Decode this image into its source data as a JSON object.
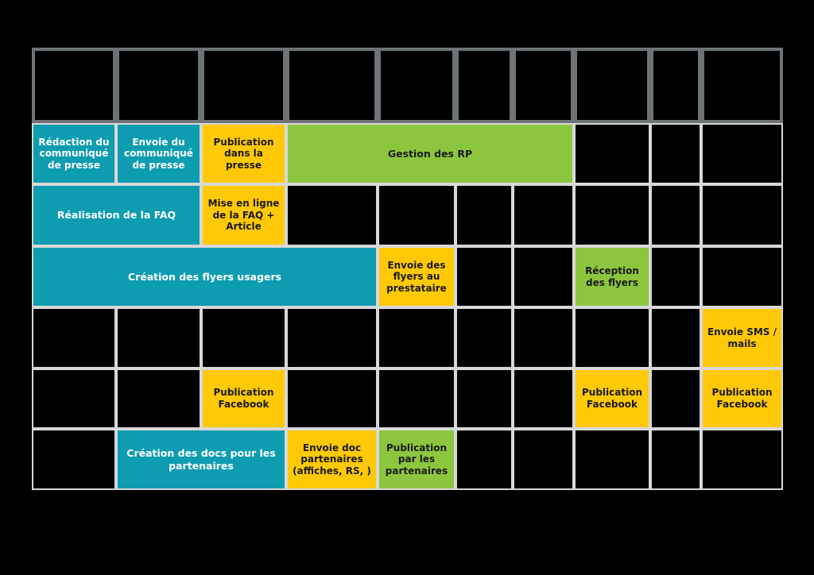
{
  "diagram": {
    "kind": "communication-planning-gantt",
    "background_color": "#000000",
    "palette": {
      "teal": "#0E9CB0",
      "yellow": "#FFC907",
      "green": "#8CC63F",
      "grid_line": "#D8D8D8",
      "header_line": "#6D7376",
      "empty_cell": "#000000"
    },
    "geometry": {
      "column_edges": [
        0,
        106,
        213,
        320,
        435,
        533,
        605,
        682,
        778,
        842,
        945
      ],
      "row_edges": [
        0,
        95,
        172,
        250,
        327,
        404,
        480,
        557
      ]
    },
    "header_row": {
      "name": "timeline-header",
      "cells": [
        "",
        "",
        "",
        "",
        "",
        "",
        "",
        "",
        "",
        ""
      ]
    },
    "tasks": [
      {
        "id": "redaction-communique-presse",
        "label": "Rédaction du communiqué de presse",
        "row": 1,
        "col": 0,
        "span": 1,
        "color": "teal",
        "size": "fs-12"
      },
      {
        "id": "envoie-communique-presse",
        "label": "Envoie du communiqué de presse",
        "row": 1,
        "col": 1,
        "span": 1,
        "color": "teal",
        "size": "fs-12"
      },
      {
        "id": "publication-dans-la-presse",
        "label": "Publication dans la presse",
        "row": 1,
        "col": 2,
        "span": 1,
        "color": "yellow",
        "size": "fs-12"
      },
      {
        "id": "gestion-des-rp",
        "label": "Gestion des RP",
        "row": 1,
        "col": 3,
        "span": 4,
        "color": "green",
        "size": "fs-13"
      },
      {
        "id": "realisation-de-la-faq",
        "label": "Réalisation de la FAQ",
        "row": 2,
        "col": 0,
        "span": 2,
        "color": "teal",
        "size": "fs-13"
      },
      {
        "id": "mise-en-ligne-faq-article",
        "label": "Mise en ligne de la FAQ + Article",
        "row": 2,
        "col": 2,
        "span": 1,
        "color": "yellow",
        "size": "fs-12"
      },
      {
        "id": "creation-des-flyers-usagers",
        "label": "Création des flyers usagers",
        "row": 3,
        "col": 0,
        "span": 4,
        "color": "teal",
        "size": "fs-13"
      },
      {
        "id": "envoie-des-flyers-au-prestataire",
        "label": "Envoie des flyers au prestataire",
        "row": 3,
        "col": 4,
        "span": 1,
        "color": "yellow",
        "size": "fs-12"
      },
      {
        "id": "reception-des-flyers",
        "label": "Réception des flyers",
        "row": 3,
        "col": 7,
        "span": 1,
        "color": "green",
        "size": "fs-12"
      },
      {
        "id": "envoie-sms-mails",
        "label": "Envoie SMS / mails",
        "row": 4,
        "col": 9,
        "span": 1,
        "color": "yellow",
        "size": "fs-12"
      },
      {
        "id": "publication-facebook-col2",
        "label": "Publication Facebook",
        "row": 5,
        "col": 2,
        "span": 1,
        "color": "yellow",
        "size": "fs-12"
      },
      {
        "id": "publication-facebook-col7",
        "label": "Publication Facebook",
        "row": 5,
        "col": 7,
        "span": 1,
        "color": "yellow",
        "size": "fs-12"
      },
      {
        "id": "publication-facebook-col9",
        "label": "Publication Facebook",
        "row": 5,
        "col": 9,
        "span": 1,
        "color": "yellow",
        "size": "fs-12"
      },
      {
        "id": "creation-des-docs-pour-les-partenaires",
        "label": "Création des docs pour les partenaires",
        "row": 6,
        "col": 1,
        "span": 2,
        "color": "teal",
        "size": "fs-13"
      },
      {
        "id": "envoie-doc-partenaires",
        "label": "Envoie doc partenaires (affiches, RS, )",
        "row": 6,
        "col": 3,
        "span": 1,
        "color": "yellow",
        "size": "fs-12"
      },
      {
        "id": "publication-par-les-partenaires",
        "label": "Publication par les partenaires",
        "row": 6,
        "col": 4,
        "span": 1,
        "color": "green",
        "size": "fs-12"
      }
    ]
  }
}
